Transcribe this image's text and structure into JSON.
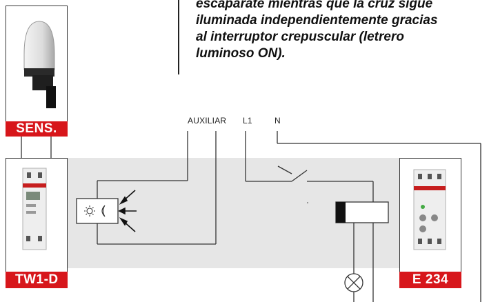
{
  "note": {
    "lines": [
      "escaparate mientras que la cruz sigue",
      "iluminada independientemente gracias",
      "al interruptor crepuscular (letrero",
      "luminoso ON)."
    ]
  },
  "devices": {
    "sensor_label": "SENS.",
    "timer_label": "TW1-D",
    "relay_label": "E 234"
  },
  "terminals": {
    "auxiliar": "AUXILIAR",
    "l1": "L1",
    "n": "N"
  },
  "colors": {
    "label_red": "#d7161b",
    "panel_grey": "#e6e6e6"
  },
  "icons": [
    "light-sensor-icon",
    "sun-icon",
    "moon-icon",
    "lamp-icon",
    "relay-coil-icon",
    "switch-contact-icon"
  ]
}
